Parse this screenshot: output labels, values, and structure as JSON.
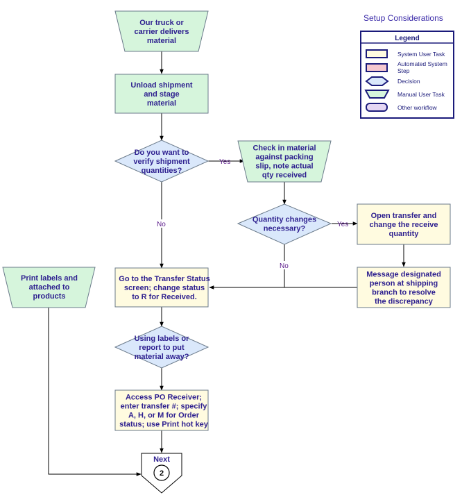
{
  "header": {
    "title": "Setup Considerations"
  },
  "legend": {
    "title": "Legend",
    "items": [
      {
        "label": "System User Task",
        "color": "#fffbe0"
      },
      {
        "label": "Automated System Step",
        "color": "#f5c8d0"
      },
      {
        "label": "Decision",
        "color": "#dae8fb"
      },
      {
        "label": "Manual User Task",
        "color": "#d6f5dc"
      },
      {
        "label": "Other workflow",
        "color": "#e4d6f3"
      }
    ]
  },
  "colors": {
    "manual_task_fill": "#d6f5dc",
    "decision_fill": "#dae8fb",
    "system_task_fill": "#fffbe0",
    "stroke": "#6a7a8a",
    "text": "#2d1f8f"
  },
  "nodes": {
    "truck_delivers": {
      "lines": [
        "Our truck or",
        "carrier delivers",
        "material"
      ]
    },
    "unload": {
      "lines": [
        "Unload shipment",
        "and stage",
        "material"
      ]
    },
    "verify_decision": {
      "lines": [
        "Do you want to",
        "verify shipment",
        "quantities?"
      ]
    },
    "check_material": {
      "lines": [
        "Check in material",
        "against packing",
        "slip, note actual",
        "qty received"
      ]
    },
    "qty_changes_decision": {
      "lines": [
        "Quantity changes",
        "necessary?"
      ]
    },
    "open_transfer": {
      "lines": [
        "Open transfer and",
        "change the receive",
        "quantity"
      ]
    },
    "message_person": {
      "lines": [
        "Message designated",
        "person at shipping",
        "branch to resolve",
        "the discrepancy"
      ]
    },
    "transfer_status": {
      "lines": [
        "Go to the Transfer Status",
        "screen; change status",
        "to R for Received."
      ]
    },
    "print_labels": {
      "lines": [
        "Print labels and",
        "attached to",
        "products"
      ]
    },
    "using_labels_decision": {
      "lines": [
        "Using labels or",
        "report to put",
        "material away?"
      ]
    },
    "access_po": {
      "lines": [
        "Access PO Receiver;",
        "enter transfer #; specify",
        "A, H, or M for Order",
        "status; use Print hot key"
      ]
    },
    "next": {
      "label": "Next",
      "number": "2"
    }
  },
  "edges": {
    "yes_verify": "Yes",
    "no_verify": "No",
    "yes_qty": "Yes",
    "no_qty": "No"
  }
}
